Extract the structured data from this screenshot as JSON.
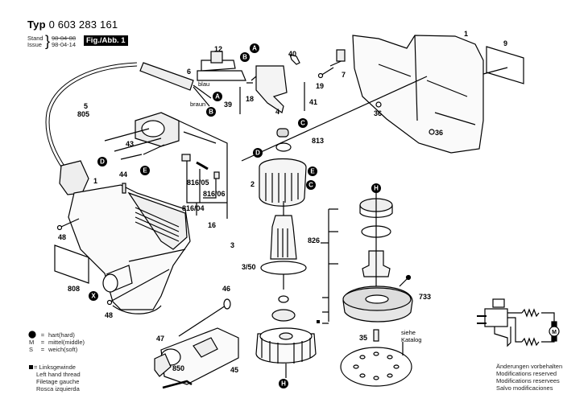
{
  "header": {
    "typ_label": "Typ",
    "typ_number_bold": "0 603 283",
    "typ_number_suffix": "161",
    "stand_label": "Stand",
    "issue_label": "Issue",
    "stand_date_struck": "98-04-08",
    "issue_date": "98-04-14",
    "figure_label": "Fig./Abb. 1"
  },
  "legend": {
    "hardness": [
      {
        "key": "H",
        "text": "hart(hard)"
      },
      {
        "key": "M",
        "text": "mittel(middle)"
      },
      {
        "key": "S",
        "text": "weich(soft)"
      }
    ],
    "left_hand_thread": [
      "= Linksgewinde",
      "Left hand thread",
      "Filetage gauche",
      "Rosca izquierda"
    ]
  },
  "notes": [
    "Änderungen vorbehalten",
    "Modifications reserved",
    "Modifications reservees",
    "Salvo modificaciones"
  ],
  "wire_labels": {
    "blue": "blau",
    "brown": "braun"
  },
  "see_catalog": [
    "siehe",
    "Katalog"
  ],
  "callouts": {
    "c1_top": "1",
    "c1_left": "1",
    "c2": "2",
    "c3": "3",
    "c3_50": "3/50",
    "c4": "4",
    "c5": "5",
    "c805": "805",
    "c6": "6",
    "c7": "7",
    "c9": "9",
    "c12": "12",
    "c16": "16",
    "c816_04": "816/04",
    "c816_05": "816/05",
    "c816_06": "816/06",
    "c18": "18",
    "c19": "19",
    "c35": "35",
    "c36a": "36",
    "c36b": "36",
    "c39": "39",
    "c40": "40",
    "c41": "41",
    "c43": "43",
    "c44": "44",
    "c45": "45",
    "c46": "46",
    "c47": "47",
    "c48a": "48",
    "c48b": "48",
    "c733": "733",
    "c808": "808",
    "c813": "813",
    "c826": "826",
    "c850": "850"
  },
  "badges": {
    "A1": "A",
    "A2": "A",
    "B1": "B",
    "B2": "B",
    "C1": "C",
    "C2": "C",
    "D1": "D",
    "D2": "D",
    "E1": "E",
    "E2": "E",
    "H1": "H",
    "H2": "H",
    "X": "X"
  }
}
